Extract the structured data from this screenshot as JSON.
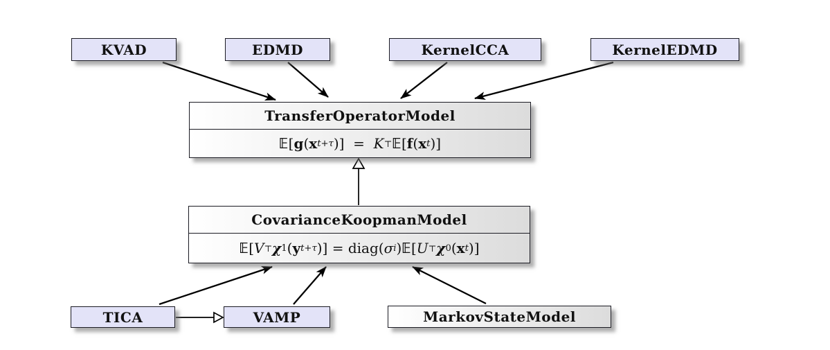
{
  "diagram": {
    "nodes": {
      "kvad": {
        "label": "KVAD"
      },
      "edmd": {
        "label": "EDMD"
      },
      "kernelcca": {
        "label": "KernelCCA"
      },
      "kerneledmd": {
        "label": "KernelEDMD"
      },
      "transfer_operator_model": {
        "title": "TransferOperatorModel",
        "formula": [
          {
            "s": "bb",
            "t": "𝔼"
          },
          {
            "s": "up",
            "t": "["
          },
          {
            "s": "b",
            "t": "g"
          },
          {
            "s": "up",
            "t": "("
          },
          {
            "s": "b",
            "t": "x"
          },
          {
            "s": "subi",
            "t": "t+τ"
          },
          {
            "s": "up",
            "t": ")]"
          },
          {
            "s": "up",
            "t": "  =  "
          },
          {
            "s": "i",
            "t": "K"
          },
          {
            "s": "sup",
            "t": "⊤"
          },
          {
            "s": "bb",
            "t": "𝔼"
          },
          {
            "s": "up",
            "t": "["
          },
          {
            "s": "b",
            "t": "f"
          },
          {
            "s": "up",
            "t": "("
          },
          {
            "s": "b",
            "t": "x"
          },
          {
            "s": "subi",
            "t": "t"
          },
          {
            "s": "up",
            "t": ")]"
          }
        ]
      },
      "covariance_koopman_model": {
        "title": "CovarianceKoopmanModel",
        "formula": [
          {
            "s": "bb",
            "t": "𝔼"
          },
          {
            "s": "up",
            "t": "["
          },
          {
            "s": "i",
            "t": "V"
          },
          {
            "s": "sup",
            "t": "⊤"
          },
          {
            "s": "bi",
            "t": "χ"
          },
          {
            "s": "sub",
            "t": "1"
          },
          {
            "s": "up",
            "t": "("
          },
          {
            "s": "b",
            "t": "y"
          },
          {
            "s": "subi",
            "t": "t+τ"
          },
          {
            "s": "up",
            "t": ")]"
          },
          {
            "s": "up",
            "t": " = diag("
          },
          {
            "s": "i",
            "t": "σ"
          },
          {
            "s": "subi",
            "t": "i"
          },
          {
            "s": "up",
            "t": ")"
          },
          {
            "s": "bb",
            "t": "𝔼"
          },
          {
            "s": "up",
            "t": "["
          },
          {
            "s": "i",
            "t": "U"
          },
          {
            "s": "sup",
            "t": "⊤"
          },
          {
            "s": "bi",
            "t": "χ"
          },
          {
            "s": "sub",
            "t": "0"
          },
          {
            "s": "up",
            "t": "("
          },
          {
            "s": "b",
            "t": "x"
          },
          {
            "s": "subi",
            "t": "t"
          },
          {
            "s": "up",
            "t": ")]"
          }
        ]
      },
      "tica": {
        "label": "TICA"
      },
      "vamp": {
        "label": "VAMP"
      },
      "markov_state_model": {
        "label": "MarkovStateModel"
      }
    },
    "colors": {
      "estimator_fill": "#e3e3f8",
      "model_start": "#ffffff",
      "model_end": "#dcdcdc",
      "border": "#1a1a22",
      "arrow": "#000000",
      "bg": "#ffffff",
      "shadow": "rgba(110,110,110,0.55)",
      "text": "#111111"
    }
  }
}
